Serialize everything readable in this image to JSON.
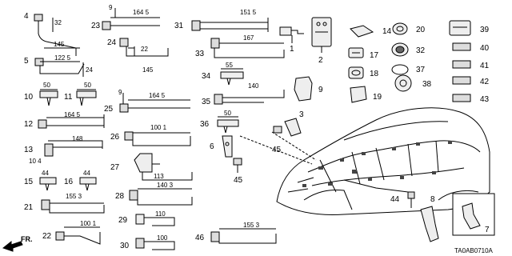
{
  "diagram": {
    "catalog_code": "TA0AB0710A",
    "direction_label": "FR.",
    "callouts": [
      "1",
      "2",
      "3",
      "4",
      "5",
      "6",
      "7",
      "8",
      "9",
      "10",
      "11",
      "12",
      "13",
      "14",
      "15",
      "16",
      "17",
      "18",
      "19",
      "20",
      "21",
      "22",
      "23",
      "24",
      "25",
      "26",
      "27",
      "28",
      "29",
      "30",
      "31",
      "32",
      "33",
      "34",
      "35",
      "36",
      "37",
      "38",
      "39",
      "40",
      "41",
      "42",
      "43",
      "44",
      "45",
      "46"
    ],
    "dimensions": {
      "d32": "32",
      "d145a": "145",
      "d122_5": "122 5",
      "d24": "24",
      "d50a": "50",
      "d50b": "50",
      "d164_5a": "164 5",
      "d148": "148",
      "d10_4": "10 4",
      "d44a": "44",
      "d44b": "44",
      "d155_3a": "155 3",
      "d100_1a": "100 1",
      "d9a": "9",
      "d164_5b": "164 5",
      "d22": "22",
      "d145b": "145",
      "d9b": "9",
      "d164_5c": "164 5",
      "d100_1b": "100 1",
      "d113": "113",
      "d140_3": "140 3",
      "d110": "110",
      "d100": "100",
      "d151_5": "151 5",
      "d167": "167",
      "d55": "55",
      "d140": "140",
      "d50c": "50",
      "d155_3b": "155 3"
    }
  }
}
